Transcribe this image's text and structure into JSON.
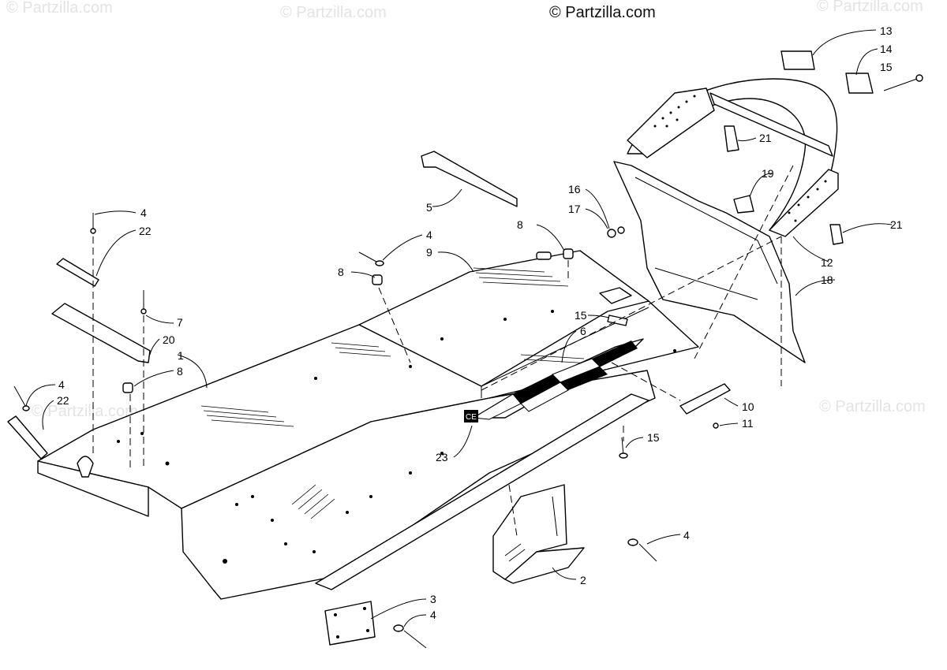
{
  "copyright": "© Partzilla.com",
  "watermark": "© Partzilla.com",
  "callouts": [
    "1",
    "2",
    "3",
    "4",
    "5",
    "6",
    "7",
    "8",
    "9",
    "10",
    "11",
    "12",
    "13",
    "14",
    "15",
    "16",
    "17",
    "18",
    "19",
    "20",
    "21",
    "22",
    "23"
  ],
  "ce_mark": "CE"
}
